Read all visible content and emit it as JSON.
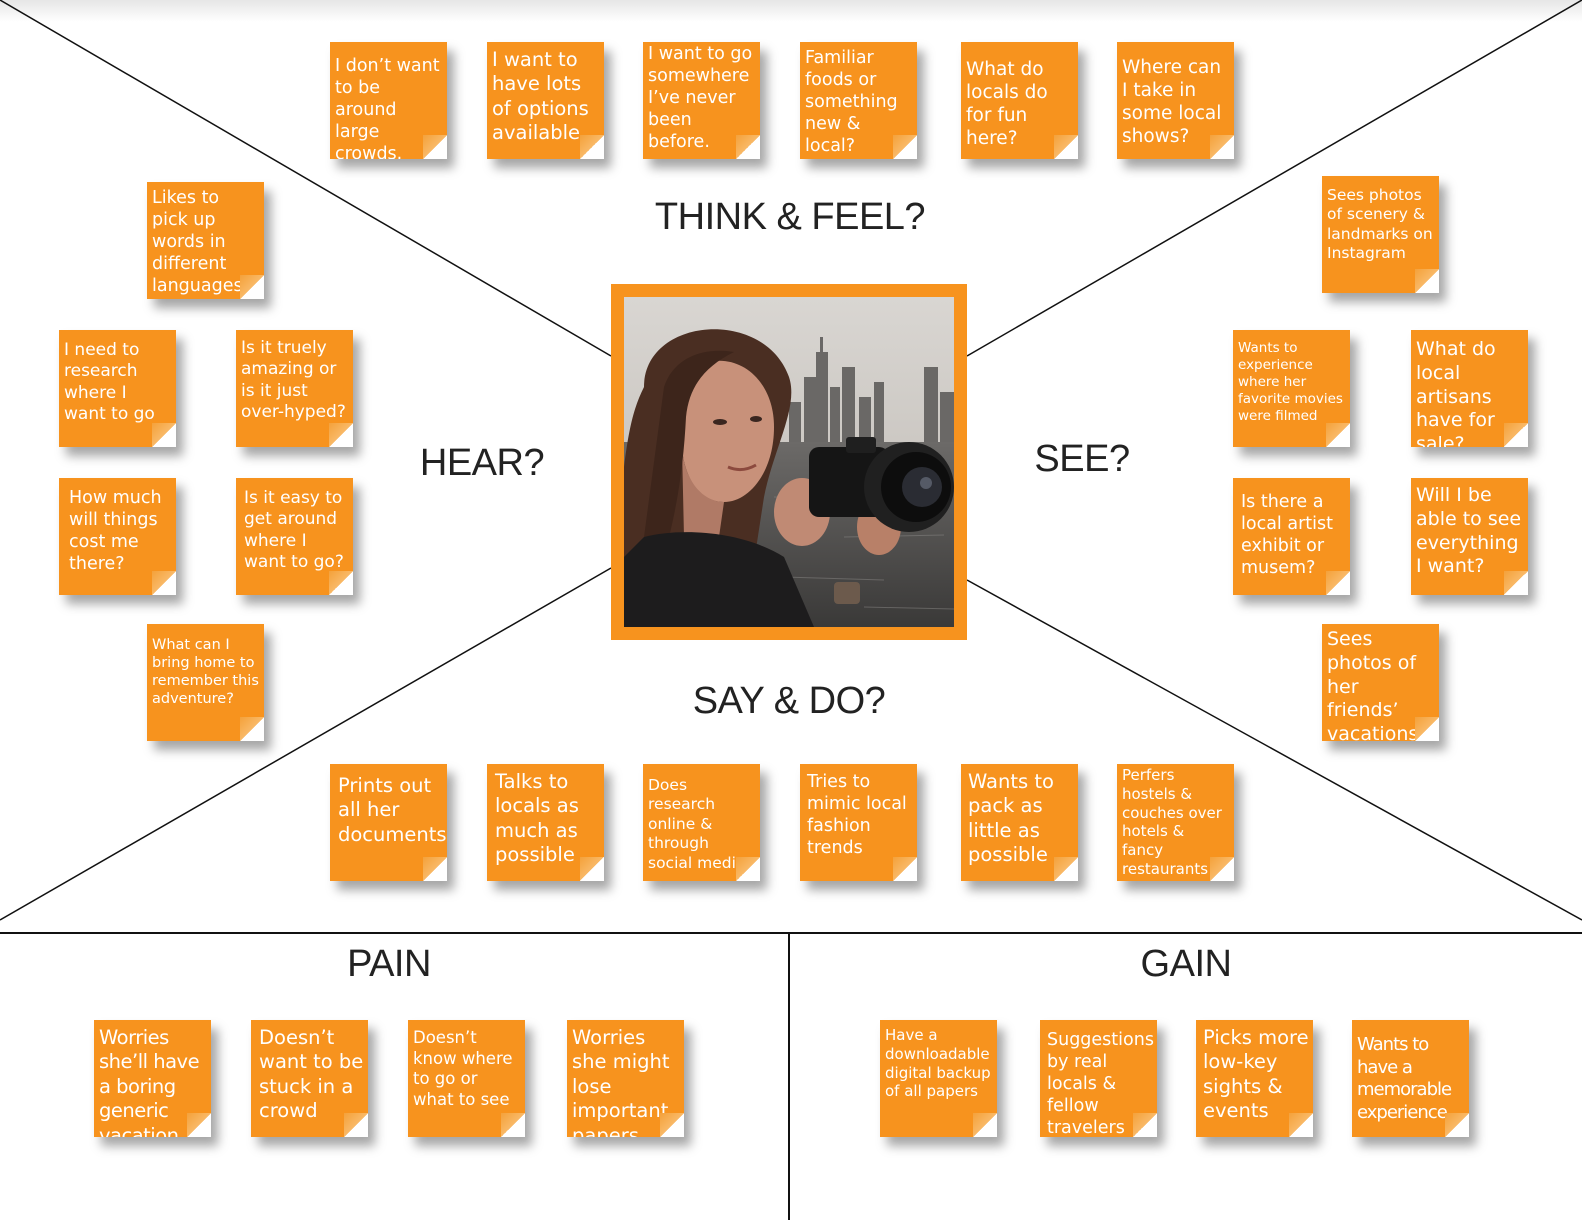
{
  "headings": {
    "think_feel": "THINK & FEEL?",
    "hear": "HEAR?",
    "see": "SEE?",
    "say_do": "SAY & DO?",
    "pain": "PAIN",
    "gain": "GAIN"
  },
  "think_notes": [
    "I don’t want to be around large crowds.",
    "I want to have lots of options available.",
    "I want to go somewhere I’ve never been before.",
    "Familiar foods or something new & local?",
    "What do locals do for fun here?",
    "Where can I take in some local shows?"
  ],
  "hear_notes": [
    "Likes to pick up words in different languages",
    "I need to research where I want to go",
    "Is it truely amazing or is it just over-hyped?",
    "How much will things cost me there?",
    "Is it easy to get around where I want to go?",
    "What can I bring home to remember this adventure?"
  ],
  "see_notes": [
    "Sees photos of scenery & landmarks on Instagram",
    "Wants to experience where her favorite movies were filmed",
    "What do local artisans have for sale?",
    "Is there a local artist exhibit or musem?",
    "Will I be able to see everything I want?",
    "Sees photos of her friends’ vacations"
  ],
  "say_notes": [
    "Prints out all her documents",
    "Talks to locals as much as possible",
    "Does research online & through social media",
    "Tries to mimic local fashion trends",
    "Wants to pack as little as possible",
    "Perfers hostels & couches over hotels & fancy restaurants"
  ],
  "pain_notes": [
    "Worries she’ll have a boring generic vacation",
    "Doesn’t want to be stuck in a crowd",
    "Doesn’t know where to go or what to see",
    "Worries she might lose important papers"
  ],
  "gain_notes": [
    "Have a downloadable digital backup of all papers",
    "Suggestions by real locals & fellow travelers",
    "Picks more low-key sights & events",
    "Wants to have a memorable experience"
  ],
  "colors": {
    "note": "#f7931e",
    "line": "#111111",
    "text": "#222222"
  }
}
